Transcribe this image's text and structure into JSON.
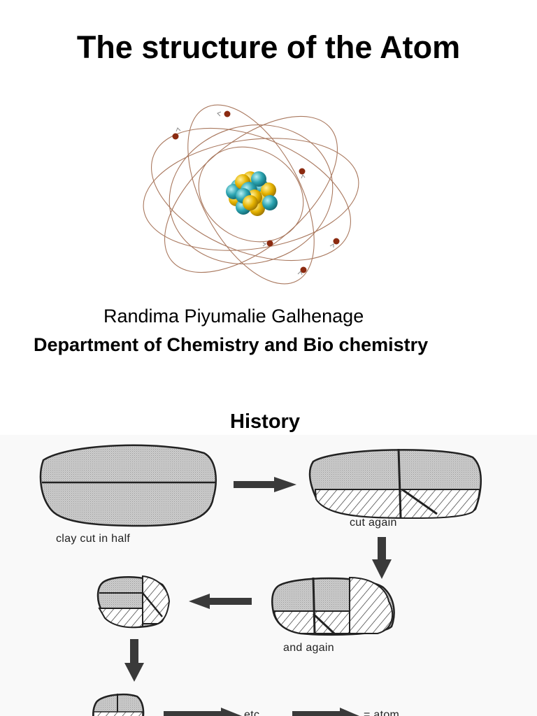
{
  "page": {
    "title": "The structure of the Atom",
    "author": "Randima Piyumalie Galhenage",
    "department": "Department of Chemistry and Bio chemistry"
  },
  "history": {
    "heading": "History",
    "captions": {
      "clay_cut": "clay cut in half",
      "cut_again": "cut again",
      "and_again": "and again",
      "etc": "etc",
      "atom": "= atom"
    }
  },
  "colors": {
    "orbit": "#a9785e",
    "electron": "#8b2a10",
    "proton": "#e6b300",
    "neutron": "#2aa3b0",
    "clay_fill": "#c9c9c9",
    "arrow": "#3a3a3a"
  }
}
